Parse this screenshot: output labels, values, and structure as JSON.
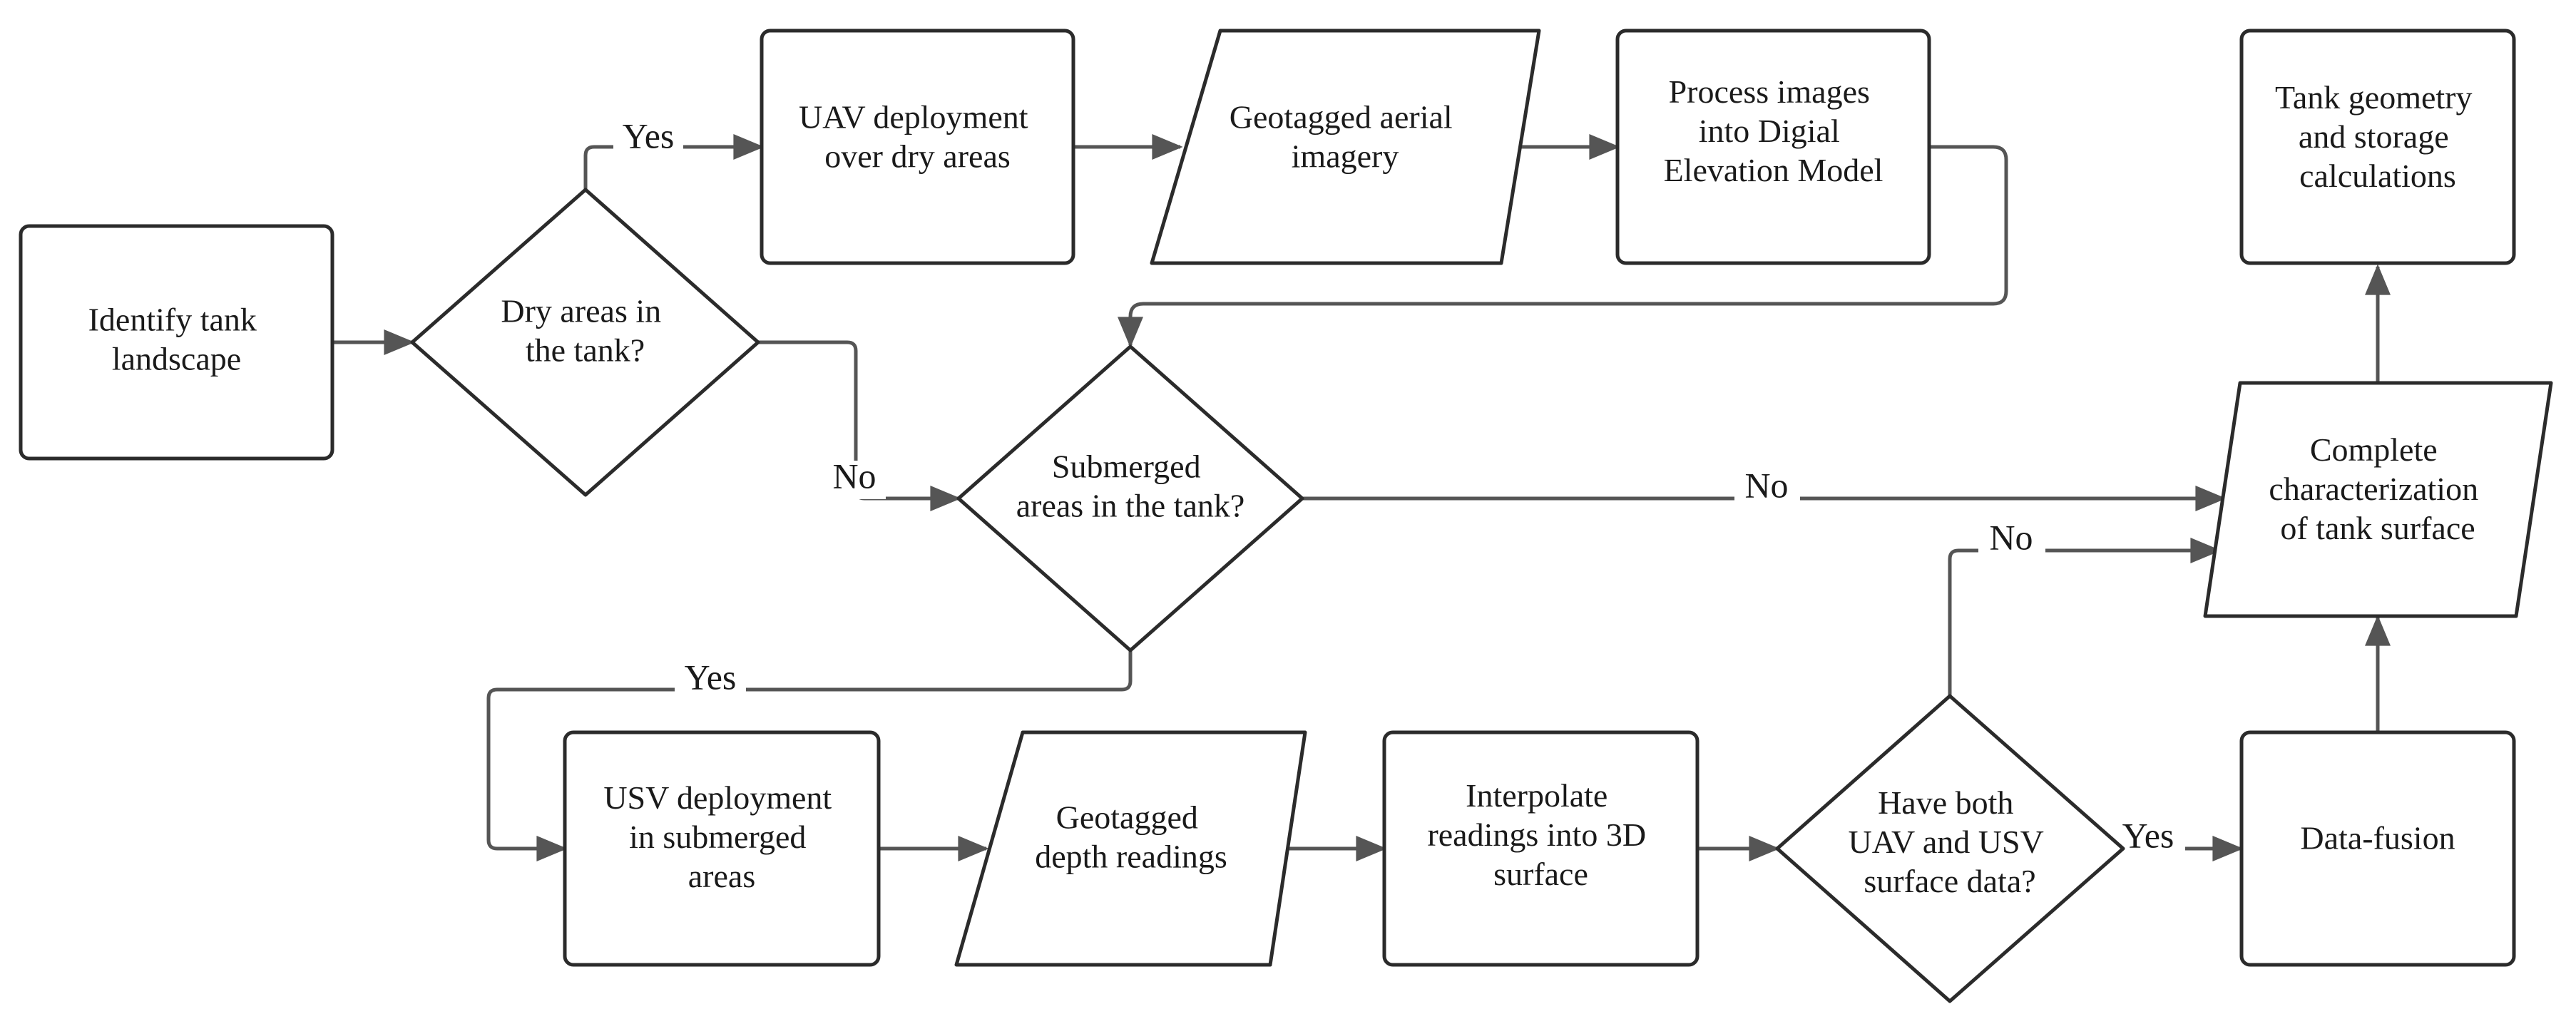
{
  "nodes": {
    "identify": {
      "shape": "process",
      "lines": [
        "Identify tank",
        "landscape"
      ]
    },
    "dry_decision": {
      "shape": "decision",
      "lines": [
        "Dry areas in",
        "the tank?"
      ]
    },
    "uav_deploy": {
      "shape": "process",
      "lines": [
        "UAV deployment",
        "over dry areas"
      ]
    },
    "aerial_imagery": {
      "shape": "data",
      "lines": [
        "Geotagged aerial",
        "imagery"
      ]
    },
    "process_dem": {
      "shape": "process",
      "lines": [
        "Process images",
        "into Digial",
        "Elevation Model"
      ]
    },
    "tank_geometry": {
      "shape": "process",
      "lines": [
        "Tank geometry",
        "and storage",
        "calculations"
      ]
    },
    "submerged_decision": {
      "shape": "decision",
      "lines": [
        "Submerged",
        "areas in the tank?"
      ]
    },
    "complete_char": {
      "shape": "data",
      "lines": [
        "Complete",
        "characterization",
        "of tank surface"
      ]
    },
    "usv_deploy": {
      "shape": "process",
      "lines": [
        "USV deployment",
        "in submerged",
        "areas"
      ]
    },
    "depth_readings": {
      "shape": "data",
      "lines": [
        "Geotagged",
        "depth readings"
      ]
    },
    "interpolate": {
      "shape": "process",
      "lines": [
        "Interpolate",
        "readings into 3D",
        "surface"
      ]
    },
    "both_decision": {
      "shape": "decision",
      "lines": [
        "Have both",
        "UAV and USV",
        "surface data?"
      ]
    },
    "data_fusion": {
      "shape": "process",
      "lines": [
        "Data-fusion"
      ]
    }
  },
  "edge_labels": {
    "dry_yes": "Yes",
    "dry_no": "No",
    "submerged_no": "No",
    "submerged_yes": "Yes",
    "both_no": "No",
    "both_yes": "Yes"
  }
}
